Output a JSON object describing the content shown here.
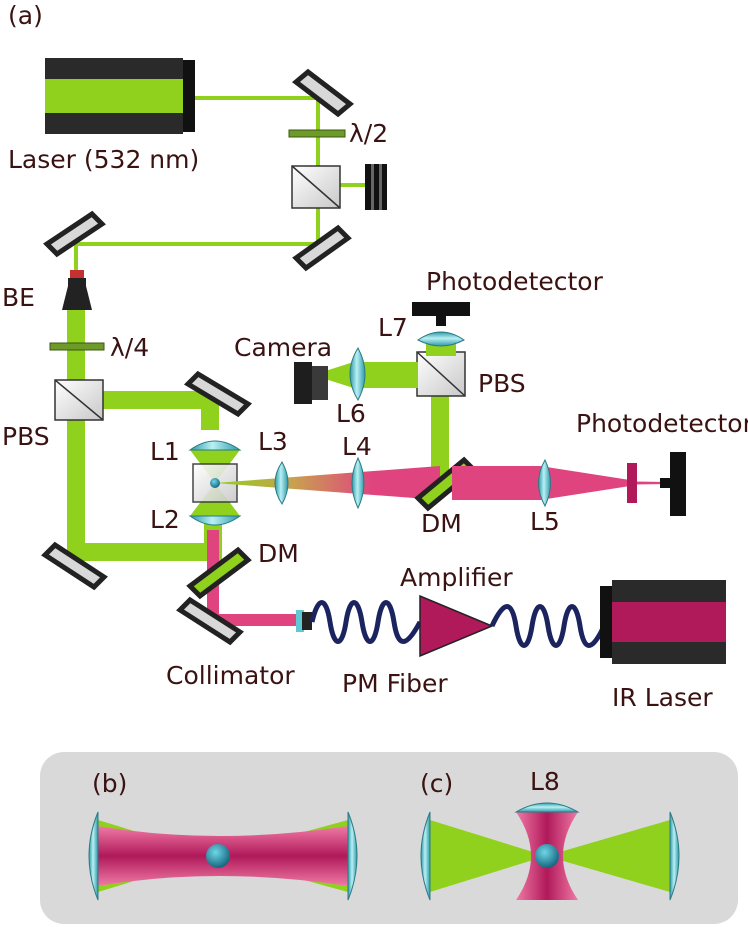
{
  "panel_labels": {
    "a": "(a)",
    "b": "(b)",
    "c": "(c)"
  },
  "labels": {
    "laser": "Laser (532 nm)",
    "half_wave": "λ/2",
    "quarter_wave": "λ/4",
    "be": "BE",
    "pbs_left": "PBS",
    "pbs_right": "PBS",
    "photodetector_top": "Photodetector",
    "photodetector_right": "Photodetector",
    "camera": "Camera",
    "l1": "L1",
    "l2": "L2",
    "l3": "L3",
    "l4": "L4",
    "l5": "L5",
    "l6": "L6",
    "l7": "L7",
    "l8": "L8",
    "dm_center": "DM",
    "dm_lower": "DM",
    "amplifier": "Amplifier",
    "collimator": "Collimator",
    "pm_fiber": "PM Fiber",
    "ir_laser": "IR Laser"
  },
  "colors": {
    "green_beam": "#8fd11c",
    "ir_beam": "#e0447f",
    "ir_dark": "#b0195a",
    "lens": "#5fc8d2",
    "particle": "#1b8fa8",
    "mirror": "#d8d8d8",
    "housing": "#2a2a2a",
    "panel_bg": "#d9d9d9",
    "fiber": "#1c2460"
  }
}
